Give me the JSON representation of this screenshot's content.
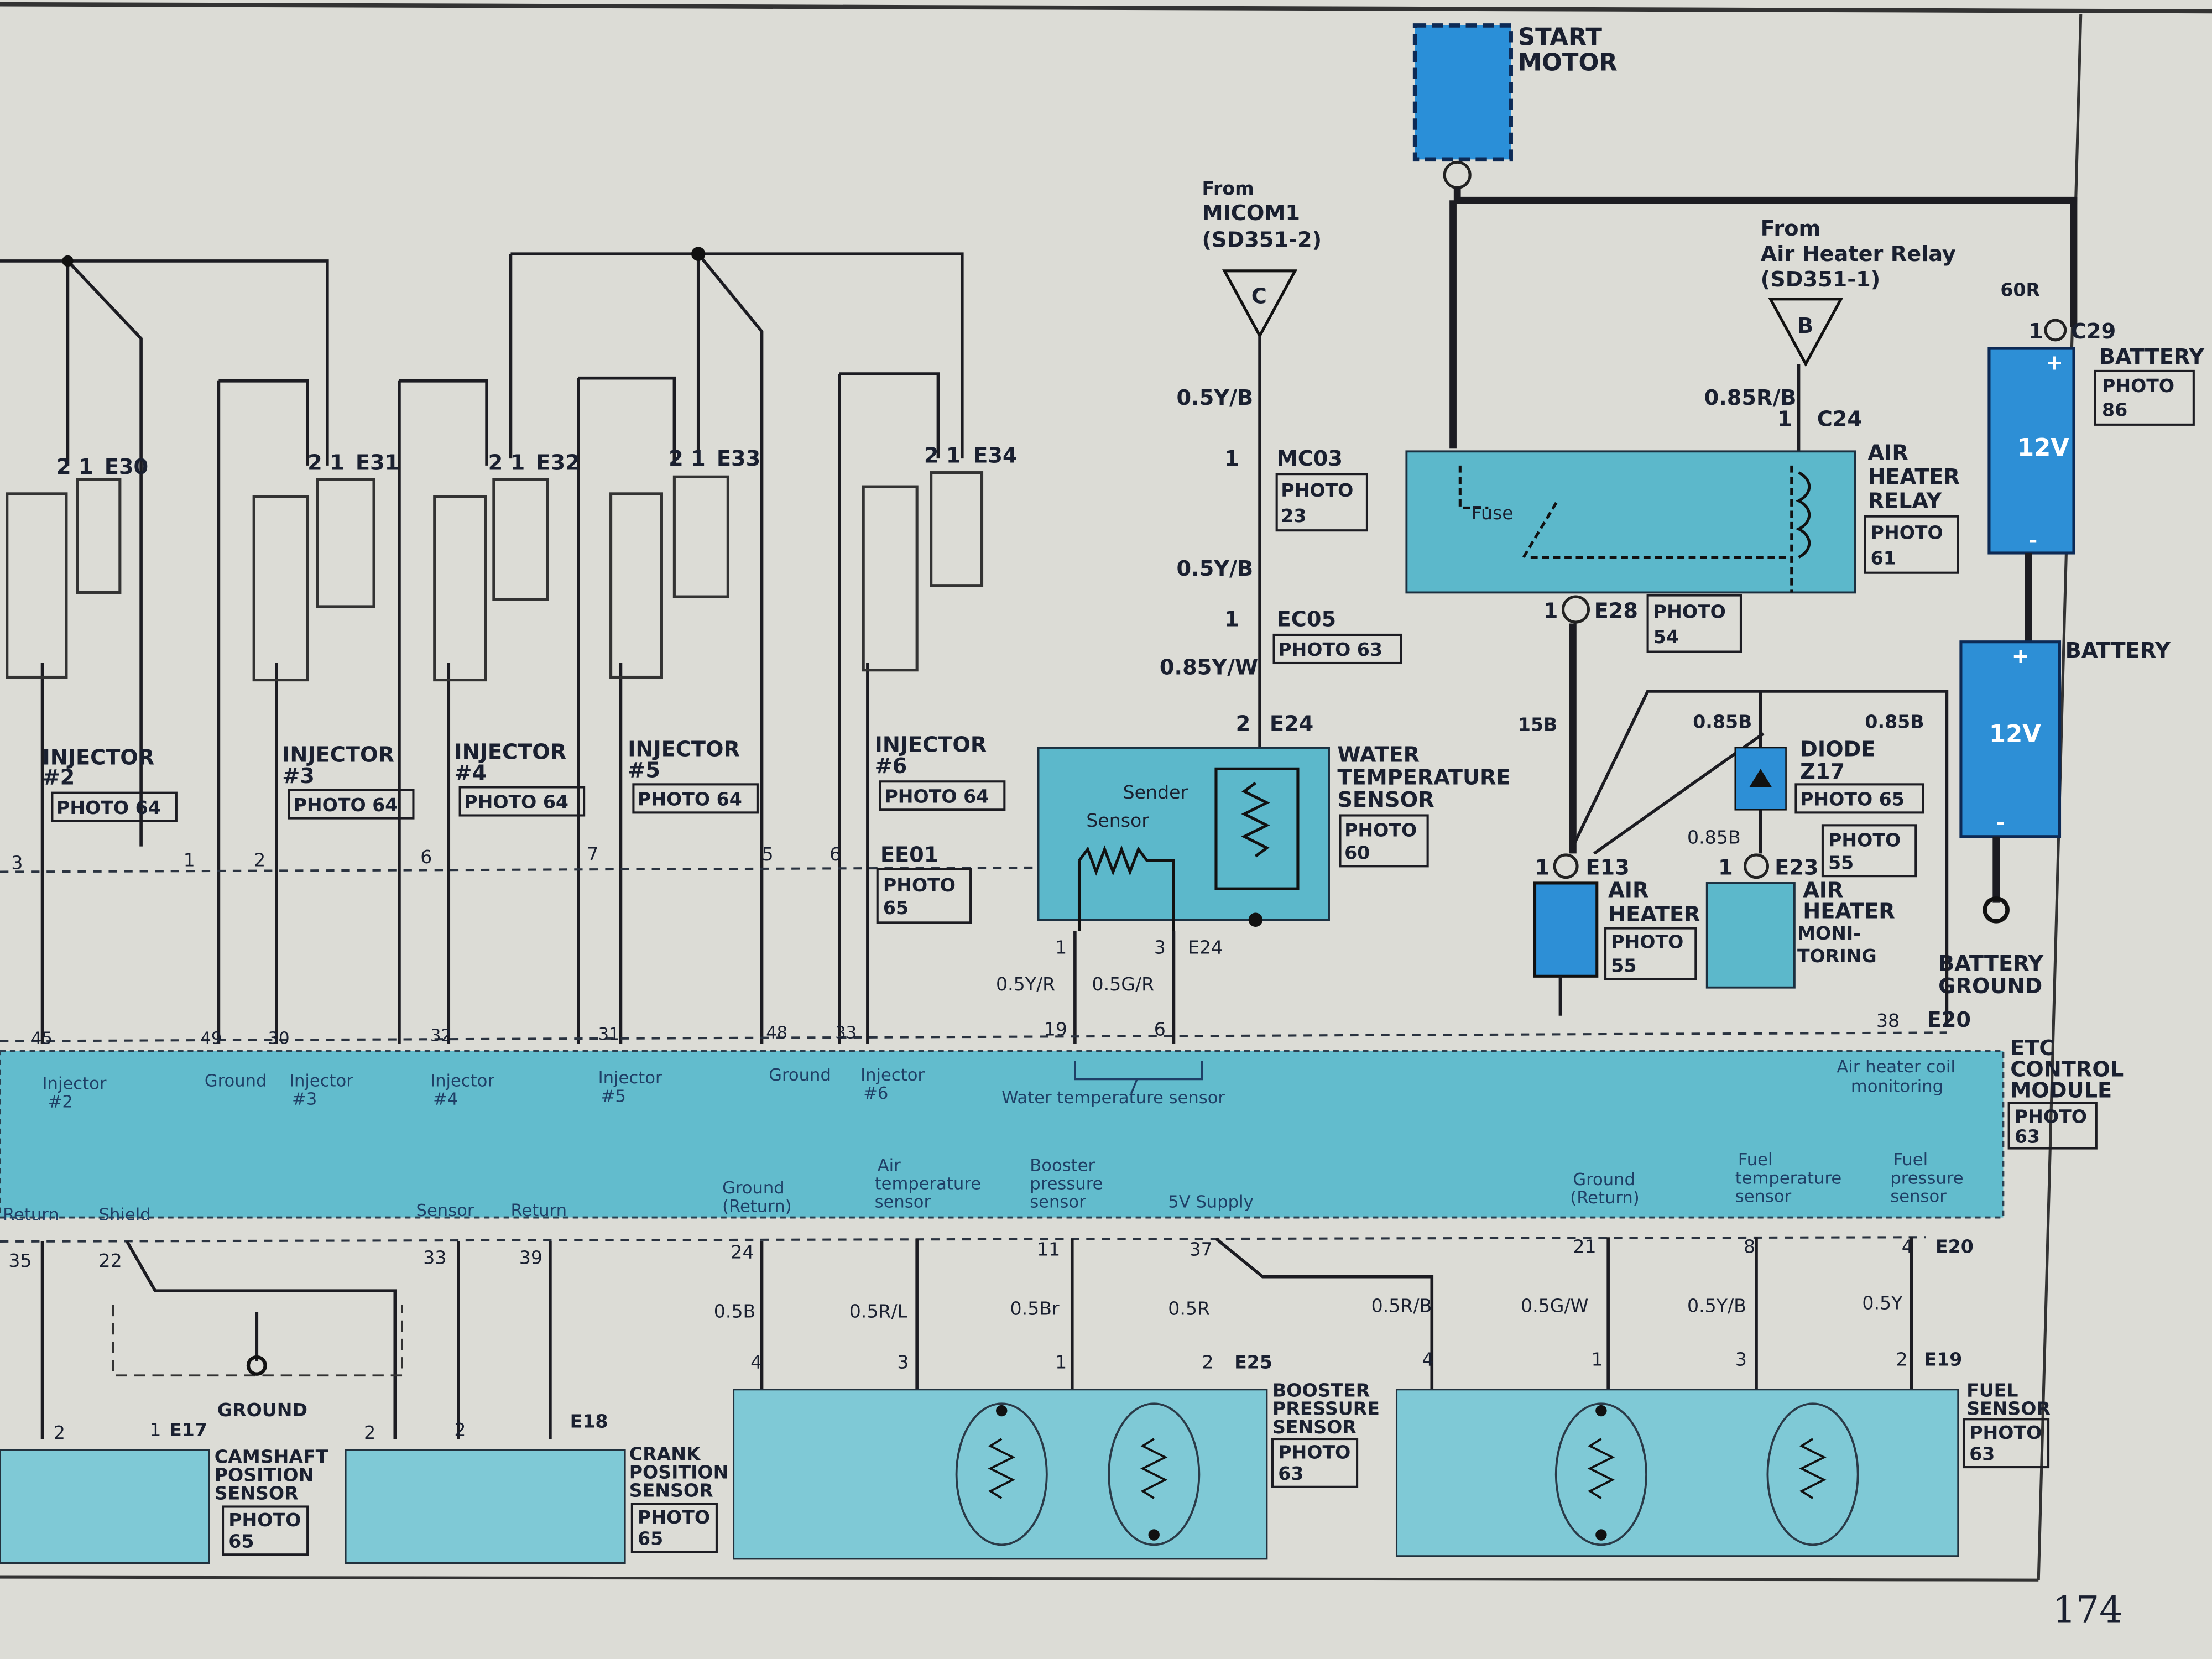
{
  "page_number": "174",
  "start_motor": {
    "line1": "START",
    "line2": "MOTOR"
  },
  "micom": {
    "from": "From",
    "name": "MICOM1",
    "ref": "(SD351-2)",
    "connector": "C",
    "wire1": "0.5Y/B",
    "conn1_pin": "1",
    "conn1": "MC03",
    "conn1_photo": "PHOTO",
    "conn1_photo_no": "23",
    "wire2": "0.5Y/B",
    "conn2_pin": "1",
    "conn2": "EC05",
    "conn2_photo": "PHOTO 63",
    "wire3": "0.85Y/W"
  },
  "water_temp_sensor": {
    "pin": "2",
    "connector": "E24",
    "line1": "WATER",
    "line2": "TEMPERATURE",
    "line3": "SENSOR",
    "photo": "PHOTO",
    "photo_no": "60",
    "sender": "Sender",
    "sensor": "Sensor",
    "pin_a": "1",
    "pin_b": "3",
    "connector2": "E24",
    "wire_a": "0.5Y/R",
    "wire_b": "0.5G/R",
    "ecm_pin_a": "19",
    "ecm_pin_b": "6"
  },
  "air_heater_relay": {
    "from": "From",
    "name": "Air Heater Relay",
    "ref": "(SD351-1)",
    "connector": "B",
    "wire": "0.85R/B",
    "pin": "1",
    "conn": "C24",
    "fuse": "Fuse",
    "line1": "AIR",
    "line2": "HEATER",
    "line3": "RELAY",
    "photo": "PHOTO",
    "photo_no": "61",
    "out_pin": "1",
    "out_conn": "E28",
    "out_photo": "PHOTO",
    "out_photo_no": "54",
    "out_wire": "15B"
  },
  "battery1": {
    "wire": "60R",
    "pin": "1",
    "conn": "C29",
    "label": "BATTERY",
    "photo": "PHOTO",
    "photo_no": "86",
    "voltage": "12V",
    "plus": "+",
    "minus": "-"
  },
  "battery2": {
    "label": "BATTERY",
    "voltage": "12V",
    "plus": "+",
    "minus": "-",
    "ground1": "BATTERY",
    "ground2": "GROUND"
  },
  "diode": {
    "wire_left": "0.85B",
    "wire_right": "0.85B",
    "wire_mid": "0.85B",
    "label": "DIODE",
    "id": "Z17",
    "photo": "PHOTO 65"
  },
  "air_heater": {
    "pin": "1",
    "conn": "E13",
    "line1": "AIR",
    "line2": "HEATER",
    "photo": "PHOTO",
    "photo_no": "55"
  },
  "air_heater_mon": {
    "pin": "1",
    "conn": "E23",
    "line1": "AIR",
    "line2": "HEATER",
    "line3": "MONI-",
    "line4": "TORING",
    "photo": "PHOTO",
    "photo_no": "55",
    "ecm_pin": "38",
    "ecm_conn": "E20"
  },
  "injectors": [
    {
      "label": "INJECTOR",
      "num": "#2",
      "photo": "PHOTO 64",
      "pins": "2  1",
      "conn": "E30",
      "splice": "3"
    },
    {
      "label": "INJECTOR",
      "num": "#3",
      "photo": "PHOTO 64",
      "pins": "2  1",
      "conn": "E31",
      "splice": "2"
    },
    {
      "label": "INJECTOR",
      "num": "#4",
      "photo": "PHOTO 64",
      "pins": "2  1",
      "conn": "E32",
      "splice": "6"
    },
    {
      "label": "INJECTOR",
      "num": "#5",
      "photo": "PHOTO 64",
      "pins": "2  1",
      "conn": "E33",
      "splice": "7"
    },
    {
      "label": "INJECTOR",
      "num": "#6",
      "photo": "PHOTO 64",
      "pins": "2  1",
      "conn": "E34",
      "splice": "6"
    }
  ],
  "splice_extra": [
    "1",
    "5"
  ],
  "ee01": {
    "conn": "EE01",
    "photo": "PHOTO",
    "photo_no": "65"
  },
  "ecm": {
    "name1": "ETC",
    "name2": "CONTROL",
    "name3": "MODULE",
    "photo": "PHOTO",
    "photo_no": "63",
    "upper_pins": [
      "45",
      "49",
      "30",
      "32",
      "31",
      "48",
      "33"
    ],
    "upper_labels": [
      {
        "l1": "Injector",
        "l2": "#2"
      },
      {
        "l1": "Ground",
        "l2": ""
      },
      {
        "l1": "Injector",
        "l2": "#3"
      },
      {
        "l1": "Injector",
        "l2": "#4"
      },
      {
        "l1": "Injector",
        "l2": "#5"
      },
      {
        "l1": "Ground",
        "l2": ""
      },
      {
        "l1": "Injector",
        "l2": "#6"
      }
    ],
    "water_label": "Water temperature sensor",
    "air_heater_label1": "Air heater coil",
    "air_heater_label2": "monitoring",
    "lower_labels": [
      {
        "l1": "Return",
        "l2": ""
      },
      {
        "l1": "Shield",
        "l2": ""
      },
      {
        "l1": "Sensor",
        "l2": ""
      },
      {
        "l1": "Return",
        "l2": ""
      },
      {
        "l1": "Ground",
        "l2": "(Return)"
      },
      {
        "l1": "Air",
        "l2": "temperature",
        "l3": "sensor"
      },
      {
        "l1": "Booster",
        "l2": "pressure",
        "l3": "sensor"
      },
      {
        "l1": "5V Supply",
        "l2": ""
      },
      {
        "l1": "Ground",
        "l2": "(Return)"
      },
      {
        "l1": "Fuel",
        "l2": "temperature",
        "l3": "sensor"
      },
      {
        "l1": "Fuel",
        "l2": "pressure",
        "l3": "sensor"
      }
    ],
    "lower_pins": [
      "35",
      "22",
      "33",
      "39",
      "24",
      "",
      "11",
      "37",
      "21",
      "8",
      "4"
    ],
    "lower_conn": "E20"
  },
  "lower_wires": [
    "0.5B",
    "0.5R/L",
    "0.5Br",
    "0.5R",
    "0.5R/B",
    "0.5G/W",
    "0.5Y/B",
    "0.5Y"
  ],
  "camshaft": {
    "pin_a": "2",
    "pin_b": "1",
    "conn": "E17",
    "ground": "GROUND",
    "line1": "CAMSHAFT",
    "line2": "POSITION",
    "line3": "SENSOR",
    "photo": "PHOTO",
    "photo_no": "65"
  },
  "crank": {
    "pin_a": "2",
    "pin_b": "2",
    "conn": "E18",
    "line1": "CRANK",
    "line2": "POSITION",
    "line3": "SENSOR",
    "photo": "PHOTO",
    "photo_no": "65"
  },
  "booster": {
    "pins": [
      "4",
      "3",
      "1",
      "2"
    ],
    "conn": "E25",
    "line1": "BOOSTER",
    "line2": "PRESSURE",
    "line3": "SENSOR",
    "photo": "PHOTO",
    "photo_no": "63"
  },
  "fuel": {
    "pins": [
      "4",
      "1",
      "3",
      "2"
    ],
    "conn": "E19",
    "line1": "FUEL",
    "line2": "SENSOR",
    "photo": "PHOTO",
    "photo_no": "63"
  },
  "colors": {
    "module": "#5cb8cb",
    "background": "#dcdcd6",
    "wire": "#1c1c22"
  }
}
